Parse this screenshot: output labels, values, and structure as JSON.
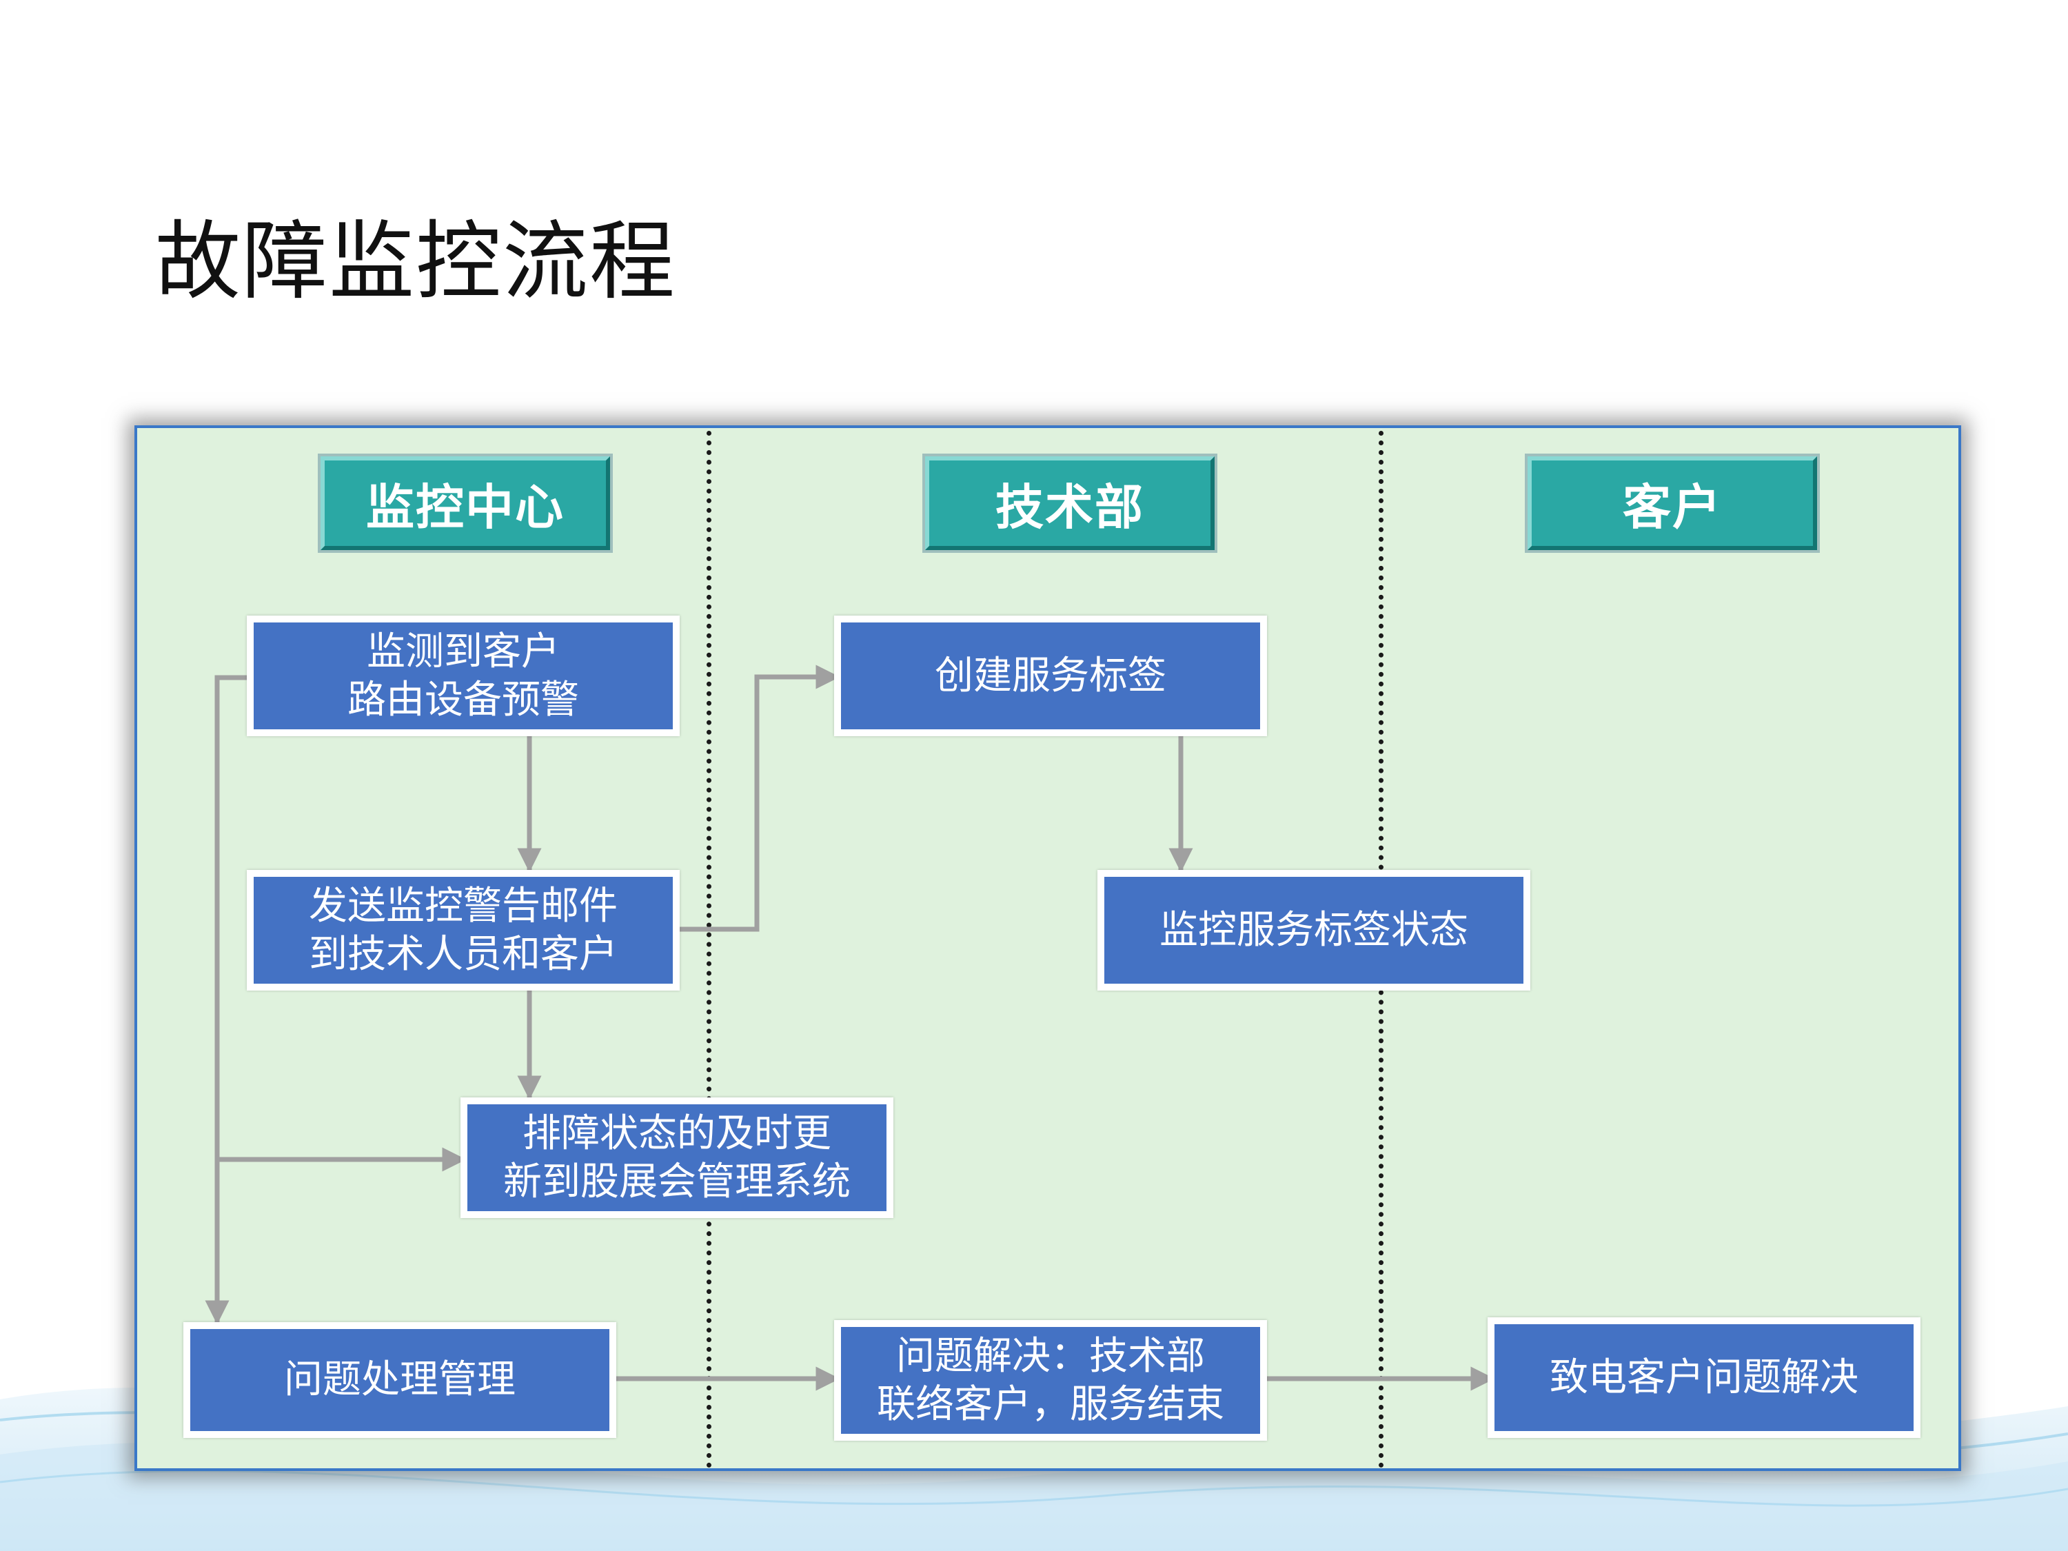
{
  "slide": {
    "title": "故障监控流程"
  },
  "lanes": [
    {
      "id": "monitor",
      "label": "监控中心"
    },
    {
      "id": "tech",
      "label": "技术部"
    },
    {
      "id": "customer",
      "label": "客户"
    }
  ],
  "steps": {
    "detect": "监测到客户\n路由设备预警",
    "send_mail": "发送监控警告邮件\n到技术人员和客户",
    "update_status": "排障状态的及时更\n新到股展会管理系统",
    "issue_mgmt": "问题处理管理",
    "create_tag": "创建服务标签",
    "monitor_tag": "监控服务标签状态",
    "resolve": "问题解决：技术部\n联络客户，服务结束",
    "call_customer": "致电客户问题解决"
  },
  "colors": {
    "panel_bg": "#dff2dd",
    "panel_border": "#3a78c8",
    "header_bg": "#2aa8a4",
    "box_bg": "#4472c4",
    "connector": "#a0a0a0"
  }
}
